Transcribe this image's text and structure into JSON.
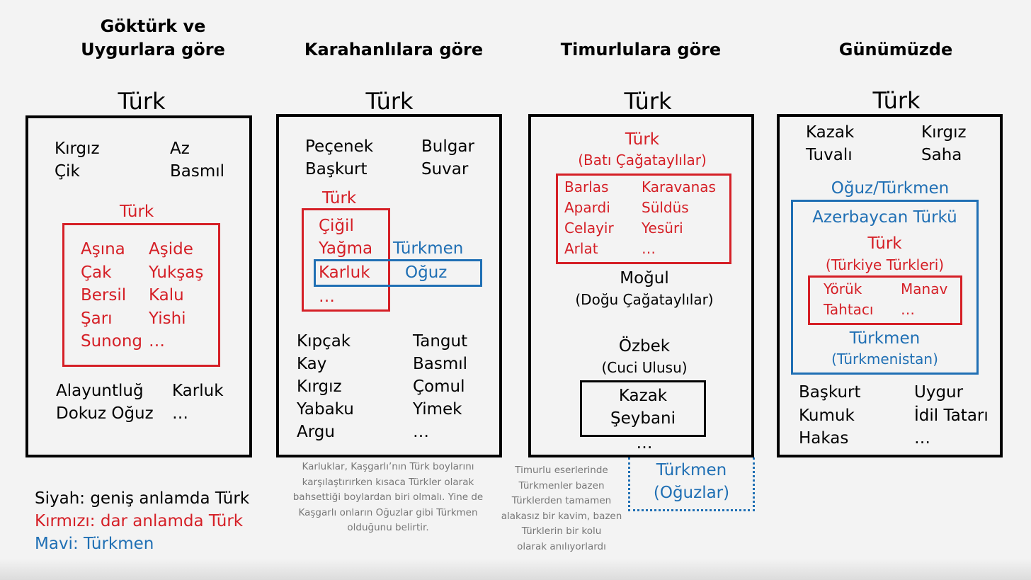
{
  "columns": [
    {
      "header": "Göktürk ve\nUygurlara göre",
      "title": "Türk",
      "top_left": "Kırgız\nÇik",
      "top_right": "Az\nBasmıl",
      "inner_label": "Türk",
      "inner_left": "Aşına\nÇak\nBersil\nŞarı\nSunong",
      "inner_right": "Aşide\nYukşaş\nKalu\nYishi\n…",
      "bottom_left": "Alayuntluğ\nDokuz Oğuz",
      "bottom_right": "Karluk\n…"
    },
    {
      "header": "Karahanlılara göre",
      "title": "Türk",
      "top_left": "Peçenek\nBaşkurt",
      "top_right": "Bulgar\nSuvar",
      "red_label": "Türk",
      "red_items": "Çiğil\nYağma",
      "karluk": "Karluk",
      "ellipsis": "…",
      "turkmen_label": "Türkmen",
      "oguz": "Oğuz",
      "bottom_left": "Kıpçak\nKay\nKırgız\nYabaku\nArgu",
      "bottom_right": "Tangut\nBasmıl\nÇomul\nYimek\n…",
      "note": "Karluklar, Kaşgarlı’nın Türk boylarını\nkarşılaştırırken kısaca Türkler olarak\nbahsettiği boylardan biri olmalı. Yine de\nKaşgarlı onların Oğuzlar gibi Türkmen\nolduğunu belirtir."
    },
    {
      "header": "Timurlulara göre",
      "title": "Türk",
      "red_title": "Türk",
      "red_subtitle": "(Batı Çağataylılar)",
      "red_left": "Barlas\nApardi\nCelayir\nArlat",
      "red_right": "Karavanas\nSüldüs\nYesüri\n…",
      "mogul": "Moğul",
      "mogul_sub": "(Doğu Çağataylılar)",
      "ozbek": "Özbek",
      "ozbek_sub": "(Cuci Ulusu)",
      "inner_box": "Kazak\nŞeybani",
      "ellipsis": "…",
      "turkmen": "Türkmen\n(Oğuzlar)",
      "note": "Timurlu eserlerinde\nTürkmenler bazen\nTürklerden tamamen\nalakasız bir kavim, bazen\nTürklerin bir kolu\nolarak anılıyorlardı"
    },
    {
      "header": "Günümüzde",
      "title": "Türk",
      "top_left": "Kazak\nTuvalı",
      "top_right": "Kırgız\nSaha",
      "blue_label": "Oğuz/Türkmen",
      "azeri": "Azerbaycan Türkü",
      "turk": "Türk",
      "turk_sub": "(Türkiye Türkleri)",
      "red_left": "Yörük\nTahtacı",
      "red_right": "Manav\n…",
      "turkmen": "Türkmen",
      "turkmen_sub": "(Türkmenistan)",
      "bottom_left": "Başkurt\nKumuk\nHakas",
      "bottom_right": "Uygur\nİdil Tatarı\n…"
    }
  ],
  "legend": {
    "black": "Siyah: geniş anlamda Türk",
    "red": "Kırmızı: dar anlamda Türk",
    "blue": "Mavi: Türkmen"
  },
  "colors": {
    "red": "#d51f26",
    "blue": "#1f6fb4",
    "black": "#000000"
  }
}
